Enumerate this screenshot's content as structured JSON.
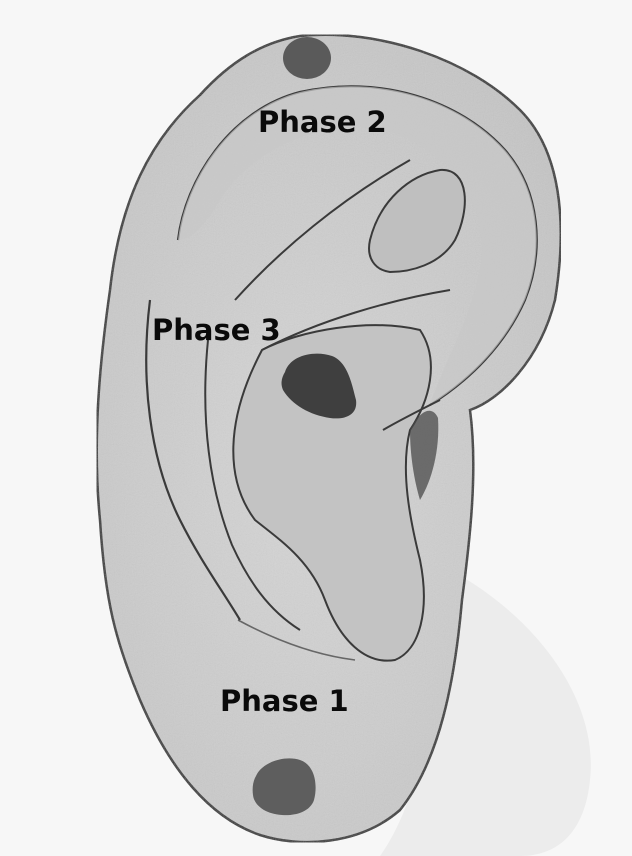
{
  "labels": {
    "phase_2": "Phase 2",
    "phase_3": "Phase 3",
    "phase_1": "Phase 1"
  },
  "colors": {
    "background": "#f7f7f7",
    "ear_fill": "#cfcfcf",
    "ear_shade": "#bdbdbd",
    "outline": "#3a3a3a",
    "point_dark": "#3f3f3f",
    "point_mid": "#5a5a5a"
  },
  "markers": [
    {
      "name": "phase-2-point",
      "phase": "Phase 2"
    },
    {
      "name": "phase-3-point",
      "phase": "Phase 3"
    },
    {
      "name": "phase-1-point",
      "phase": "Phase 1"
    }
  ]
}
